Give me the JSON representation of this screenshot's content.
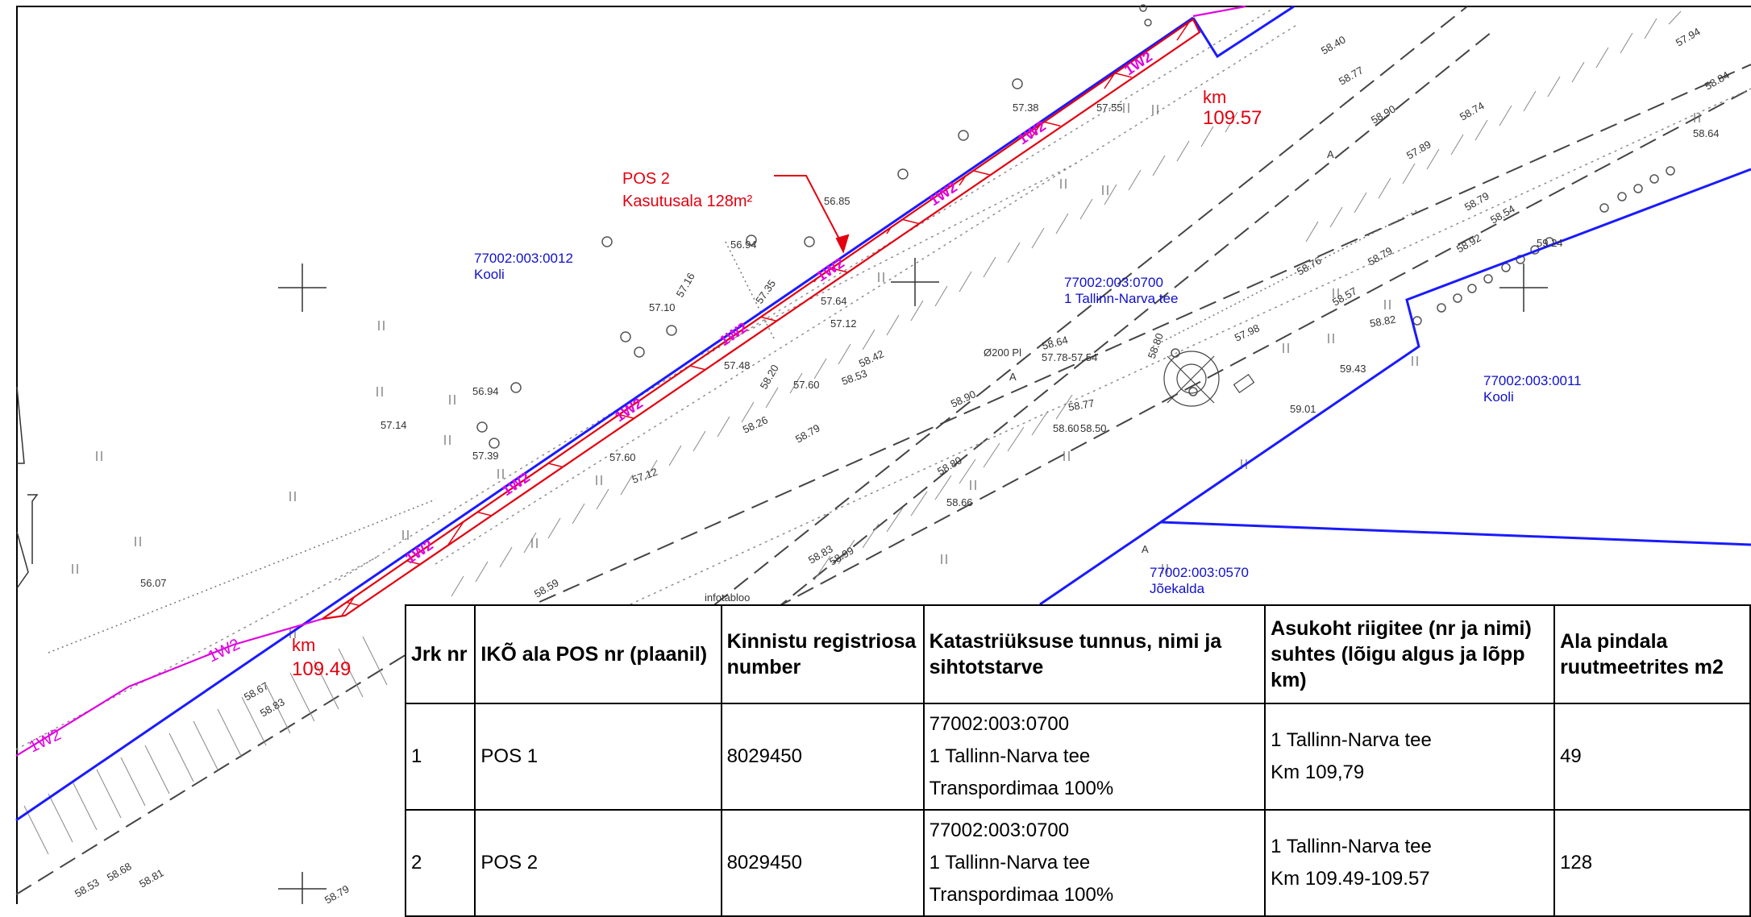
{
  "map": {
    "kilometer_markers": [
      {
        "prefix": "km",
        "value": "109.57"
      },
      {
        "prefix": "km",
        "value": "109.49"
      }
    ],
    "pos_callout": {
      "title": "POS 2",
      "subtitle": "Kasutusala 128m²"
    },
    "parcels": [
      {
        "id": "77002:003:0012",
        "name": "Kooli"
      },
      {
        "id": "77002:003:0700",
        "name": "1 Tallinn-Narva tee"
      },
      {
        "id": "77002:003:0011",
        "name": "Kooli"
      },
      {
        "id": "77002:003:0570",
        "name": "Jõekalda"
      }
    ],
    "line_labels": {
      "lw": "1W2",
      "pipe": "Ø200 Pl",
      "infotabloo": "infotabloo",
      "road_marker": "A"
    },
    "survey_points": [
      "57.38",
      "57.55",
      "56.85",
      "56.94",
      "57.10",
      "57.16",
      "57.35",
      "57.64",
      "57.12",
      "56.94",
      "57.14",
      "57.39",
      "57.60",
      "57.12",
      "56.07",
      "57.48",
      "57.60",
      "58.20",
      "58.26",
      "58.79",
      "58.42",
      "58.53",
      "58.64",
      "57.78-57.54",
      "58.77",
      "58.60",
      "58.50",
      "58.90",
      "58.80",
      "58.66",
      "58.83",
      "58.99",
      "58.59",
      "58.67",
      "58.83",
      "58.68",
      "58.81",
      "58.53",
      "58.79",
      "58.40",
      "58.77",
      "58.90",
      "57.89",
      "58.74",
      "58.79",
      "58.92",
      "58.79",
      "58.57",
      "58.82",
      "59.43",
      "59.01",
      "58.80",
      "57.98",
      "58.54",
      "59.24",
      "57.94",
      "58.64",
      "58.84",
      "58.76"
    ],
    "colors": {
      "boundary": "#1a1aff",
      "pos_area": "#e3000f",
      "water_line": "#e000e0",
      "survey": "#555555"
    }
  },
  "table": {
    "headers": [
      "Jrk nr",
      "IKÕ ala POS nr (plaanil)",
      "Kinnistu registriosa number",
      "Katastriüksuse tunnus, nimi ja sihtotstarve",
      "Asukoht riigitee (nr ja nimi) suhtes (lõigu algus ja lõpp km)",
      "Ala pindala ruutmeetrites m2"
    ],
    "rows": [
      {
        "jrk": "1",
        "pos": "POS 1",
        "kinnistu": "8029450",
        "kataster": [
          "77002:003:0700",
          "1 Tallinn-Narva tee",
          "Transpordimaa 100%"
        ],
        "asukoht": [
          "1 Tallinn-Narva tee",
          "Km 109,79"
        ],
        "pindala": "49"
      },
      {
        "jrk": "2",
        "pos": "POS 2",
        "kinnistu": "8029450",
        "kataster": [
          "77002:003:0700",
          "1 Tallinn-Narva tee",
          "Transpordimaa 100%"
        ],
        "asukoht": [
          "1 Tallinn-Narva tee",
          "Km 109.49-109.57"
        ],
        "pindala": "128"
      }
    ]
  }
}
